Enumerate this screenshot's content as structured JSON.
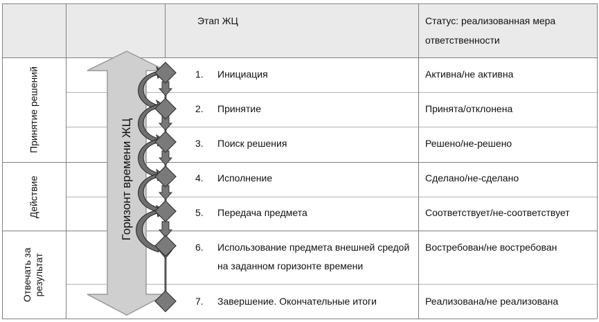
{
  "header": {
    "stage_title": "Этап ЖЦ",
    "status_title_line1": "Статус: реализованная мера",
    "status_title_line2": "ответственности"
  },
  "groups": [
    {
      "label": "Принятие решений"
    },
    {
      "label": "Действие"
    },
    {
      "label_line1": "Отвечать за",
      "label_line2": "результат"
    }
  ],
  "axis": {
    "label": "Горизонт времени ЖЦ"
  },
  "rows": [
    {
      "num": "1.",
      "stage": "Инициация",
      "status": "Активна/не активна"
    },
    {
      "num": "2.",
      "stage": "Принятие",
      "status": "Принята/отклонена"
    },
    {
      "num": "3.",
      "stage": "Поиск решения",
      "status": "Решено/не-решено"
    },
    {
      "num": "4.",
      "stage": "Исполнение",
      "status": "Сделано/не-сделано"
    },
    {
      "num": "5.",
      "stage": "Передача предмета",
      "status": "Соответствует/не-соответствует"
    },
    {
      "num": "6.",
      "stage": "Использование предмета внешней средой",
      "stage_line2": "на заданном горизонте времени",
      "status": "Востребован/не востребован"
    },
    {
      "num": "7.",
      "stage": "Завершение. Окончательные итоги",
      "status": "Реализована/не реализована"
    }
  ],
  "colors": {
    "header_bg": "#eaeaea",
    "arrow_fill": "#cfcfcf",
    "diamond_fill": "#7a7a7a",
    "grid": "#7f7f7f"
  }
}
